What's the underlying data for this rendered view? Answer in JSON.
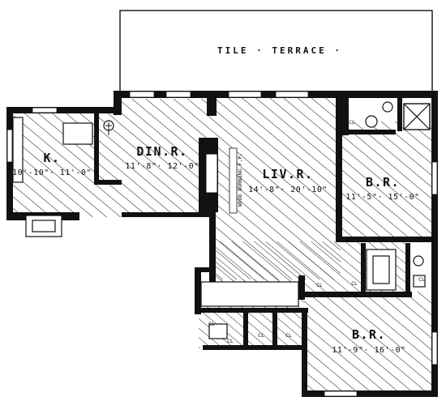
{
  "terrace": {
    "label": "TILE · TERRACE ·"
  },
  "rooms": {
    "kitchen": {
      "name": "K.",
      "dims": "10'-10\"· 11'-0\""
    },
    "dining": {
      "name": "DIN.R.",
      "dims": "11'-8\"· 12'-0\""
    },
    "living": {
      "name": "LIV.R.",
      "dims": "14'-8\"· 20'-10\""
    },
    "bedroom1": {
      "name": "B.R.",
      "dims": "11'-5\"· 15'-0\""
    },
    "bedroom2": {
      "name": "B.R.",
      "dims": "11'-9\"· 16'-0\""
    }
  },
  "fireplace_note": "WOOD BURNING F.P.",
  "closets": {
    "cl_br1": "CL",
    "cl_hall_a": "CL",
    "cl_hall_b": "CL",
    "cl_lower_a": "CL",
    "cl_lower_b": "CL",
    "cl_lower_c": "CL",
    "cl_lower_d": "CL",
    "cl_corner": "CL"
  },
  "colors": {
    "ink": "#111111",
    "paper": "#ffffff"
  }
}
